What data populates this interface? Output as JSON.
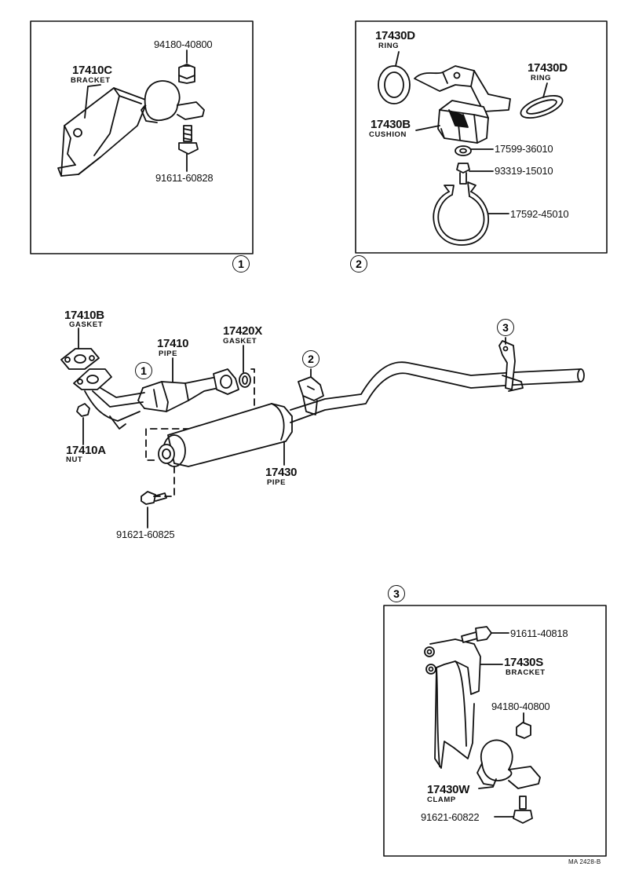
{
  "insets": {
    "inset1": {
      "number": "1",
      "bolt_top": "94180-40800",
      "bracket_code": "17410C",
      "bracket_name": "BRACKET",
      "bolt_bottom": "91611-60828"
    },
    "inset2": {
      "number": "2",
      "ring_left_code": "17430D",
      "ring_left_name": "RING",
      "ring_right_code": "17430D",
      "ring_right_name": "RING",
      "cushion_code": "17430B",
      "cushion_name": "CUSHION",
      "nut": "17599-36010",
      "bolt": "93319-15010",
      "clamp": "17592-45010"
    },
    "inset3": {
      "number": "3",
      "bolt_top": "91611-40818",
      "bracket_code": "17430S",
      "bracket_name": "BRACKET",
      "nut": "94180-40800",
      "clamp_code": "17430W",
      "clamp_name": "CLAMP",
      "bolt_bottom": "91621-60822"
    }
  },
  "main": {
    "gasket_left_code": "17410B",
    "gasket_left_name": "GASKET",
    "pipe_front_code": "17410",
    "pipe_front_name": "PIPE",
    "gasket_right_code": "17420X",
    "gasket_right_name": "GASKET",
    "nut_code": "17410A",
    "nut_name": "NUT",
    "pipe_rear_code": "17430",
    "pipe_rear_name": "PIPE",
    "bolt": "91621-60825",
    "callout_1": "1",
    "callout_2": "2",
    "callout_3": "3"
  },
  "footer": {
    "ref": "MA 2428-B"
  }
}
